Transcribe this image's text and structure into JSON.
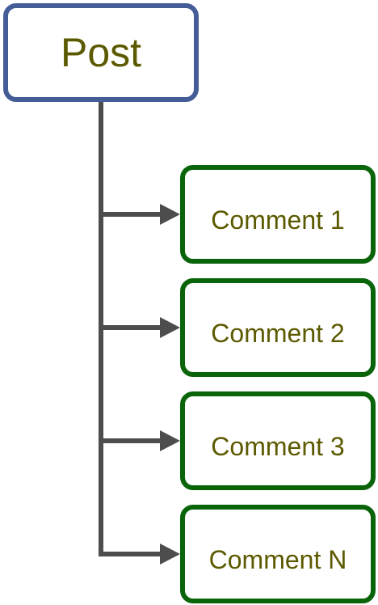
{
  "diagram": {
    "root": {
      "label": "Post"
    },
    "children": [
      {
        "label": "Comment 1"
      },
      {
        "label": "Comment 2"
      },
      {
        "label": "Comment 3"
      },
      {
        "label": "Comment N"
      }
    ]
  },
  "colors": {
    "root_border": "#445d97",
    "child_border": "#0a650a",
    "text": "#5c5a00",
    "connector": "#4d4d4d"
  }
}
